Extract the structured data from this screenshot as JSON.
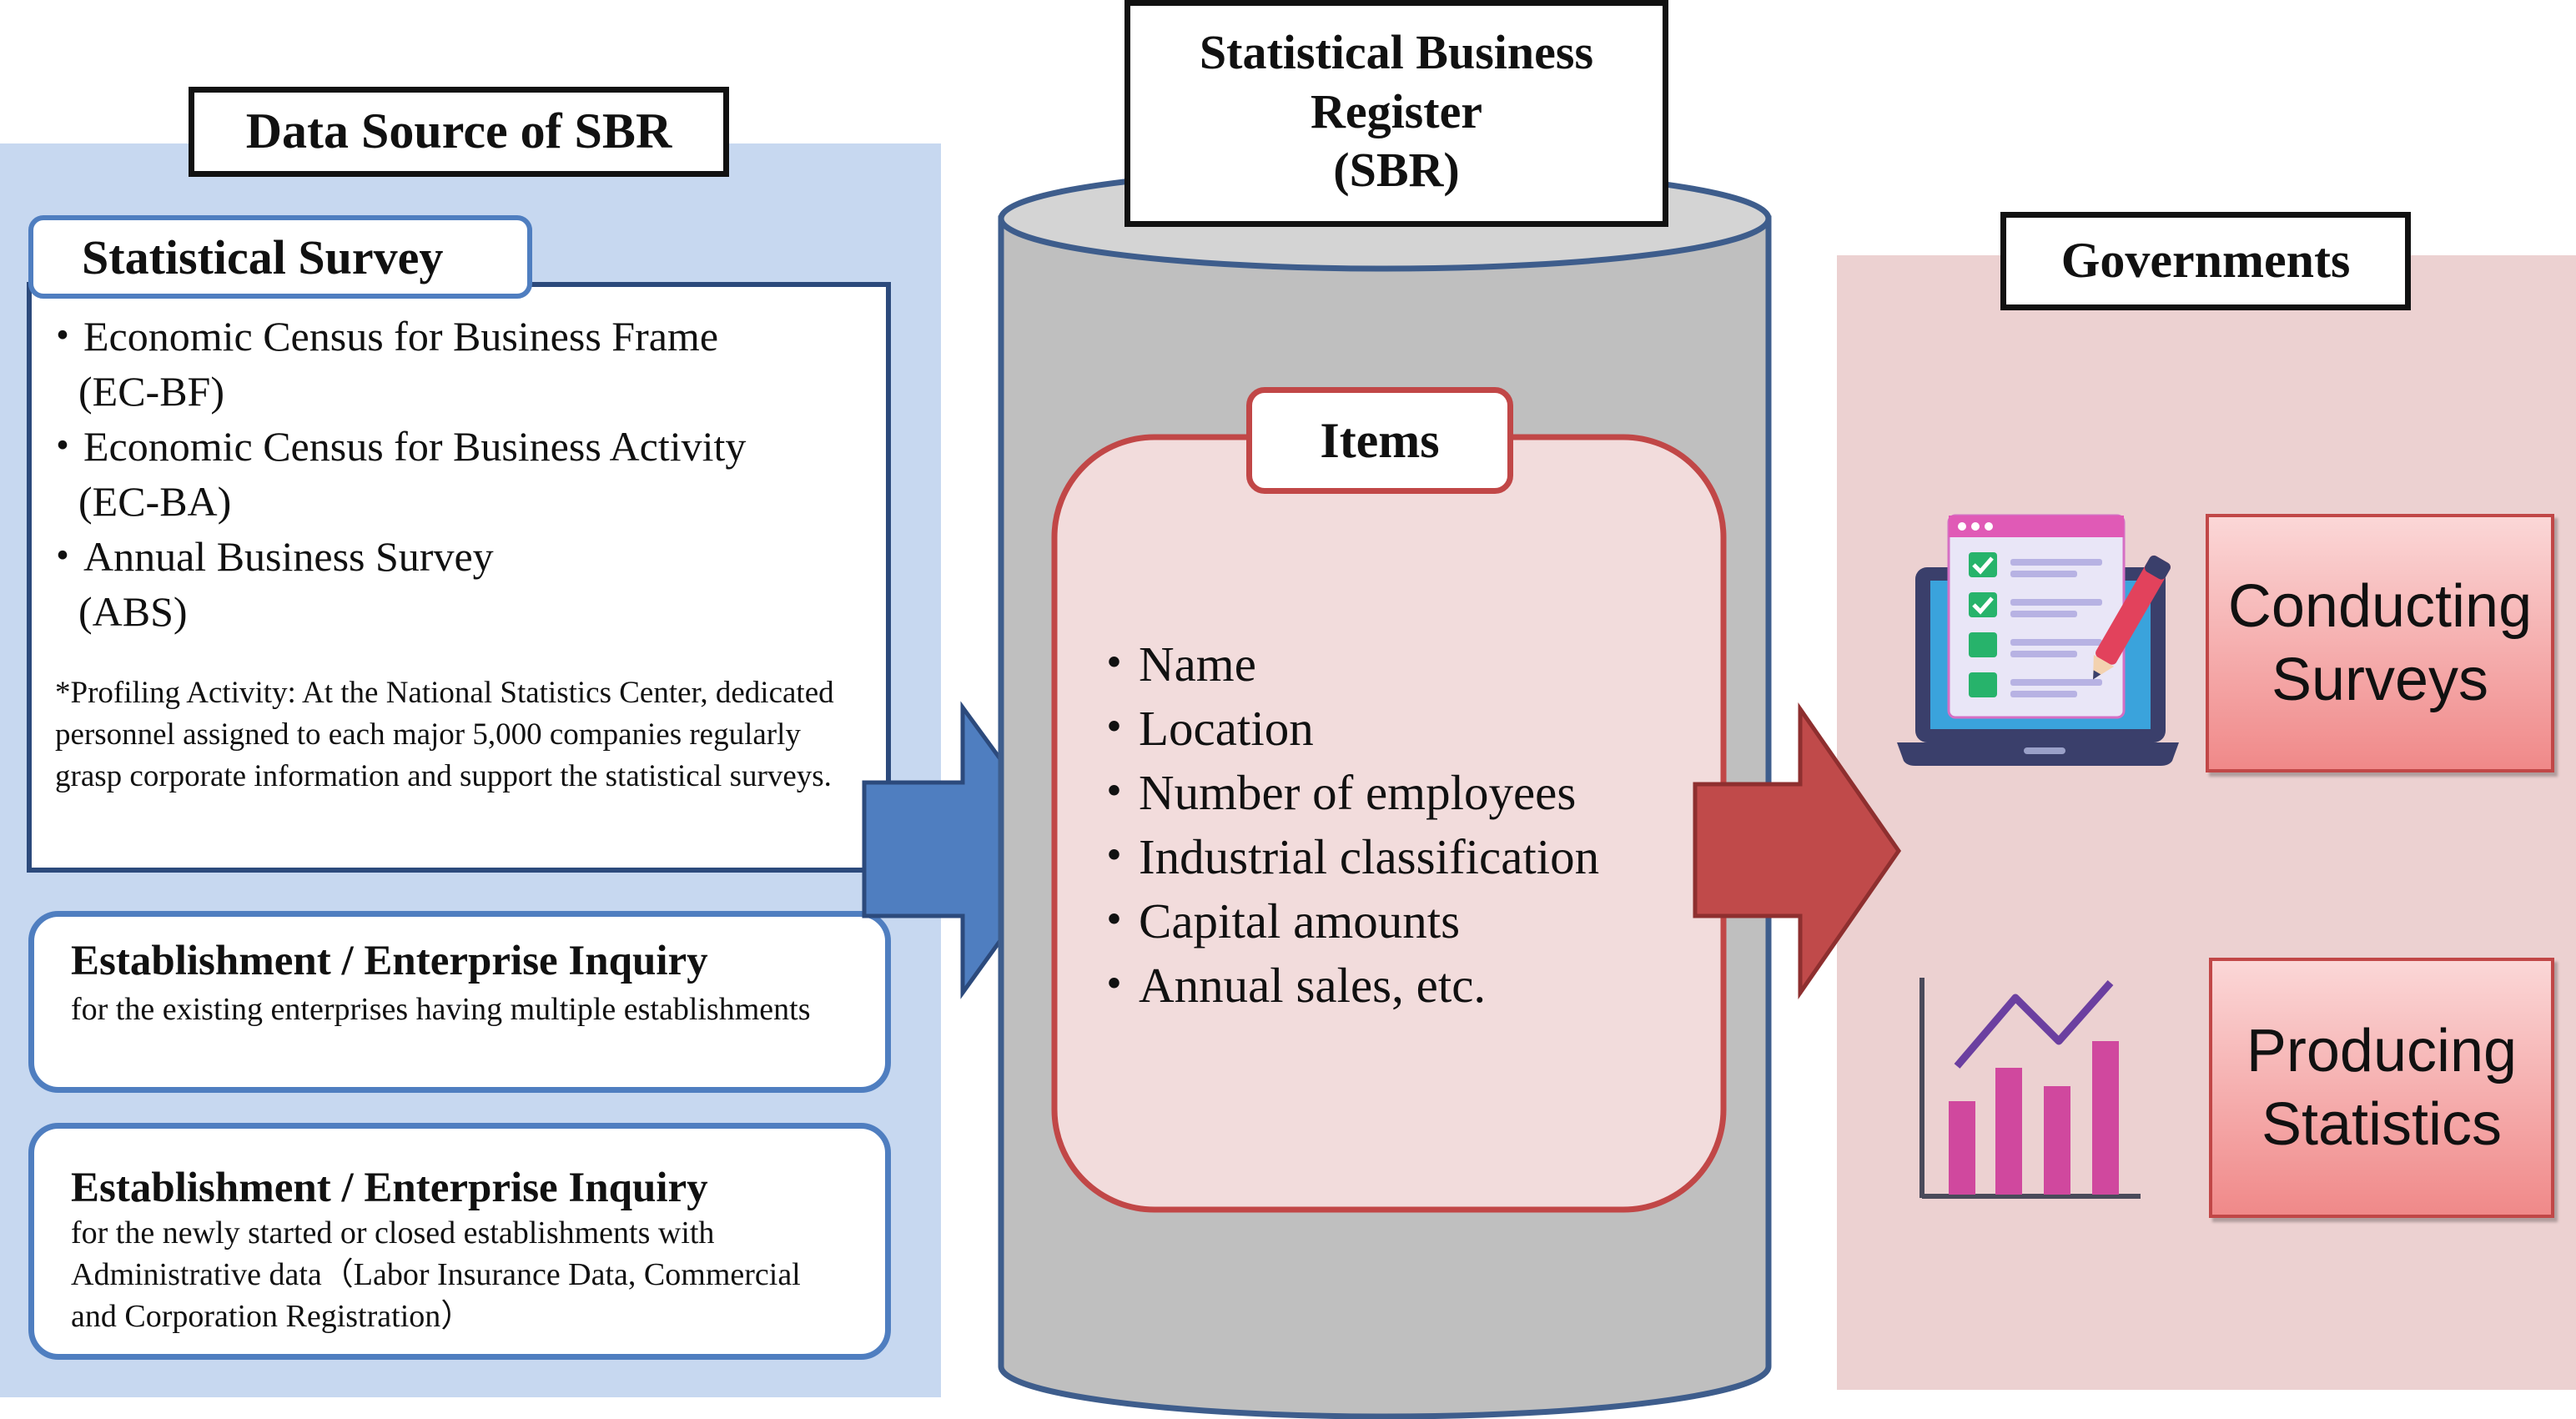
{
  "data_source": {
    "title": "Data Source of SBR",
    "statistical_survey": {
      "title": "Statistical Survey",
      "items": [
        {
          "name": "Economic Census for Business Frame",
          "code": "(EC-BF)"
        },
        {
          "name": "Economic Census for Business Activity",
          "code": "(EC-BA)"
        },
        {
          "name": "Annual Business Survey",
          "code": "(ABS)"
        }
      ],
      "profiling_note": "*Profiling Activity: At the National Statistics Center, dedicated personnel assigned to each major 5,000 companies regularly grasp corporate information and support the statistical surveys."
    },
    "inquiries": [
      {
        "title": "Establishment / Enterprise Inquiry",
        "description": "for the existing enterprises having multiple establishments"
      },
      {
        "title": "Establishment / Enterprise Inquiry",
        "description": "for the newly started or closed establishments with Administrative data（Labor Insurance Data, Commercial and Corporation Registration）"
      }
    ]
  },
  "sbr": {
    "title_line1": "Statistical Business",
    "title_line2": "Register",
    "title_line3": "(SBR)",
    "items_title": "Items",
    "items": [
      "Name",
      "Location",
      "Number of employees",
      "Industrial classification",
      "Capital amounts",
      "Annual sales, etc."
    ]
  },
  "governments": {
    "title": "Governments",
    "tasks": [
      {
        "line1": "Conducting",
        "line2": "Surveys",
        "icon": "laptop-checklist-icon"
      },
      {
        "line1": "Producing",
        "line2": "Statistics",
        "icon": "bar-chart-icon"
      }
    ]
  },
  "colors": {
    "left_panel": "#c7d8f0",
    "right_panel": "#ecd1d1",
    "cylinder": "#bfbfbf",
    "blue_arrow": "#4f7ec0",
    "red_arrow": "#c04a4a",
    "items_box": "#f2dcdc"
  }
}
